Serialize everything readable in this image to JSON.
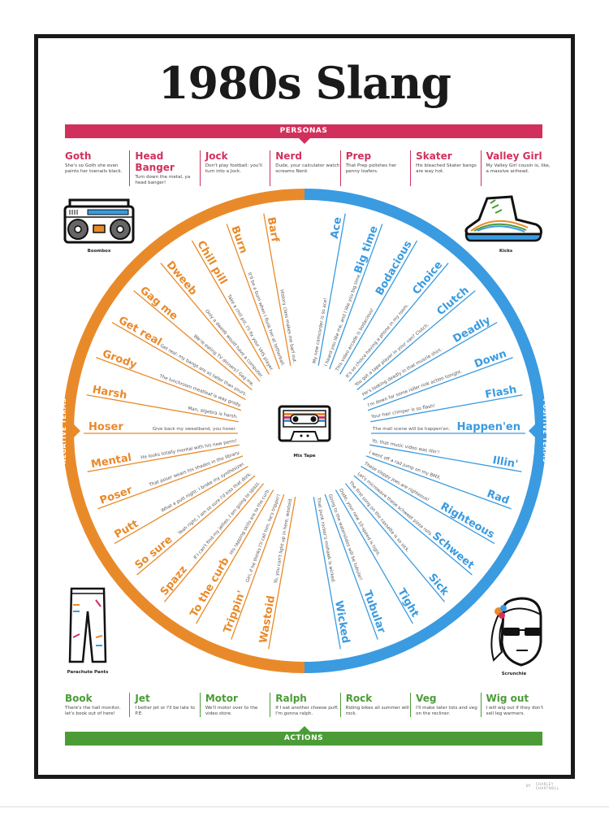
{
  "title": "1980s Slang",
  "colors": {
    "personas": "#D2305C",
    "actions": "#4B9C37",
    "negative": "#E98A2A",
    "positive": "#3A9BE0",
    "frame": "#1a1a1a"
  },
  "personas": {
    "label": "PERSONAS",
    "items": [
      {
        "term": "Goth",
        "example": "She's so Goth she even paints her toenails black."
      },
      {
        "term": "Head Banger",
        "example": "Turn down the metal, ya head banger!"
      },
      {
        "term": "Jock",
        "example": "Don't play football: you'll turn into a Jock."
      },
      {
        "term": "Nerd",
        "example": "Dude, your calculator watch screams Nerd."
      },
      {
        "term": "Prep",
        "example": "That Prep polishes her penny loafers."
      },
      {
        "term": "Skater",
        "example": "His bleached Skater bangs are way hot."
      },
      {
        "term": "Valley Girl",
        "example": "My Valley Girl cousin is, like, a massive airhead."
      }
    ]
  },
  "actions": {
    "label": "ACTIONS",
    "items": [
      {
        "term": "Book",
        "example": "There's the hall monitor, let's book out of here!"
      },
      {
        "term": "Jet",
        "example": "I better jet or I'll be late to P.E."
      },
      {
        "term": "Motor",
        "example": "We'll motor over to the video store."
      },
      {
        "term": "Ralph",
        "example": "If I eat another cheese puff, I'm gonna ralph."
      },
      {
        "term": "Rock",
        "example": "Riding bikes all summer will rock."
      },
      {
        "term": "Veg",
        "example": "I'll make tater tots and veg on the recliner."
      },
      {
        "term": "Wig out",
        "example": "I will wig out if they don't sell leg warmers."
      }
    ]
  },
  "wheel": {
    "negative_label": "NEGATIVE TERMS",
    "positive_label": "POSITIVE TERMS",
    "center_label": "Mix Tape",
    "negative_terms": [
      {
        "term": "Barf",
        "example": "History class makes me barf out."
      },
      {
        "term": "Burn",
        "example": "It'll be a burn when I flunk her at tetherball."
      },
      {
        "term": "Chill pill",
        "example": "Take a chill pill, I'll fix your VHS player."
      },
      {
        "term": "Dweeb",
        "example": "Only a dweeb would have a computer."
      },
      {
        "term": "Gag me",
        "example": "We're eating TV dinners? Gag me."
      },
      {
        "term": "Get real",
        "example": "Get real: my bangs are so taller than yours."
      },
      {
        "term": "Grody",
        "example": "The lunchroom meatloaf is way grody."
      },
      {
        "term": "Harsh",
        "example": "Man, algebra is harsh."
      },
      {
        "term": "Hoser",
        "example": "Give back my sweatband, you hoser."
      },
      {
        "term": "Mental",
        "example": "He looks totally mental with his new perm!"
      },
      {
        "term": "Poser",
        "example": "That poser wears his shades in the library."
      },
      {
        "term": "Putt",
        "example": "What a putt night: I broke my synthesizer."
      },
      {
        "term": "So sure",
        "example": "Yeah right, I am so sure I'd kiss that dork."
      },
      {
        "term": "Spazz",
        "example": "If I can't find my jellies, I am going to spazz."
      },
      {
        "term": "To the curb",
        "example": "His rapping skills are to the curb."
      },
      {
        "term": "Trippin'",
        "example": "Girl, if he thinks I'll call him, he's trippin'!"
      },
      {
        "term": "Wastoid",
        "example": "Yo, you can't light up in here, wastoid."
      }
    ],
    "positive_terms": [
      {
        "term": "Ace",
        "example": "My new camcorder is so ace!"
      },
      {
        "term": "Big time",
        "example": "I heard you like me, and I like you big time."
      },
      {
        "term": "Bodacious",
        "example": "This video arcade is bodacious!"
      },
      {
        "term": "Choice",
        "example": "It's so choice having a phone in my room."
      },
      {
        "term": "Clutch",
        "example": "You got a tape player in your van? Clutch."
      },
      {
        "term": "Deadly",
        "example": "He's looking deadly in that muscle shirt."
      },
      {
        "term": "Down",
        "example": "I'm down for some roller rink action tonight."
      },
      {
        "term": "Flash",
        "example": "Your hair crimper is so flash!"
      },
      {
        "term": "Happen'en",
        "example": "The mall scene will be happen'en."
      },
      {
        "term": "Illin'",
        "example": "Yo, that music video was illin'!"
      },
      {
        "term": "Rad",
        "example": "I went off a rad jump on my BMX."
      },
      {
        "term": "Righteous",
        "example": "These sloppy joes are righteous!"
      },
      {
        "term": "Schweet",
        "example": "Let's microwave these schweet pizza rolls."
      },
      {
        "term": "Sick",
        "example": "The first song on the cassette is so sick."
      },
      {
        "term": "Tight",
        "example": "Dude, your new 10-speed is tight."
      },
      {
        "term": "Tubular",
        "example": "Going to the waterslides will be tubular!"
      },
      {
        "term": "Wicked",
        "example": "That punk rocker's mohawk is wicked."
      }
    ]
  },
  "illustrations": {
    "boombox": "Boombox",
    "kicks": "Kicks",
    "parachute_pants": "Parachute Pants",
    "scrunchie": "Scrunchie"
  },
  "credit": {
    "by": "BY",
    "name_line1": "CHARLEY",
    "name_line2": "CHARTWELL"
  }
}
